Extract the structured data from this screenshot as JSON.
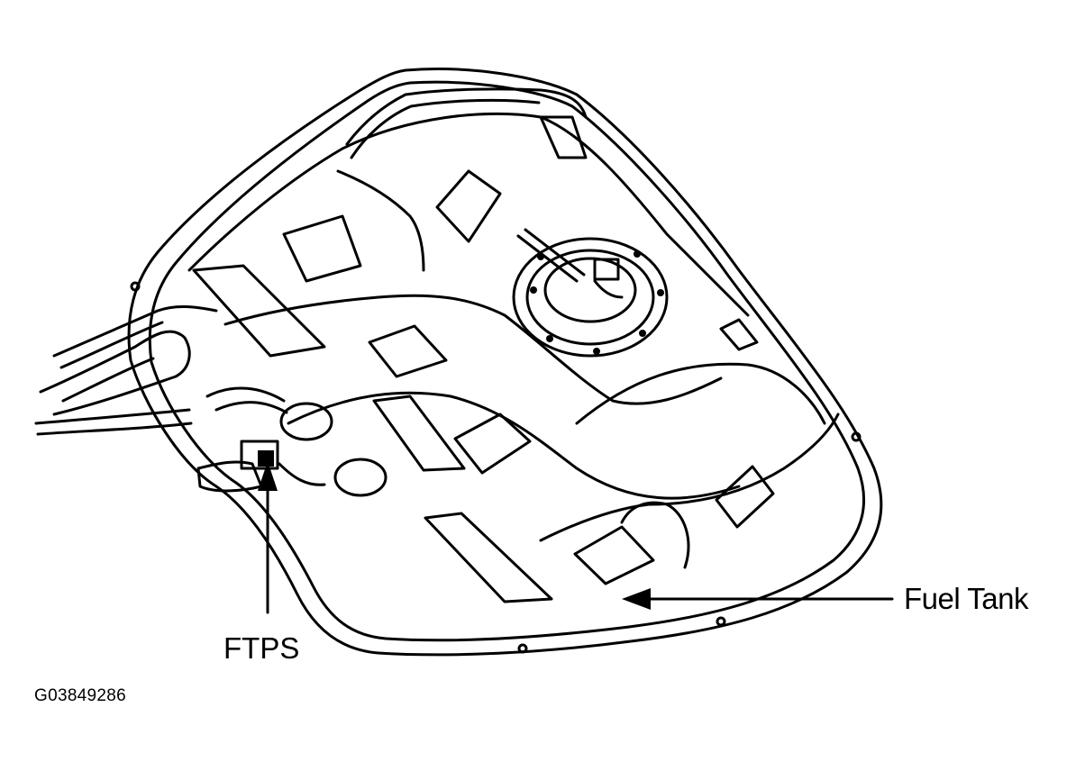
{
  "labels": {
    "fuel_tank": "Fuel Tank",
    "ftps": "FTPS",
    "figure_code": "G03849286"
  },
  "colors": {
    "line": "#000000",
    "background": "#ffffff"
  }
}
